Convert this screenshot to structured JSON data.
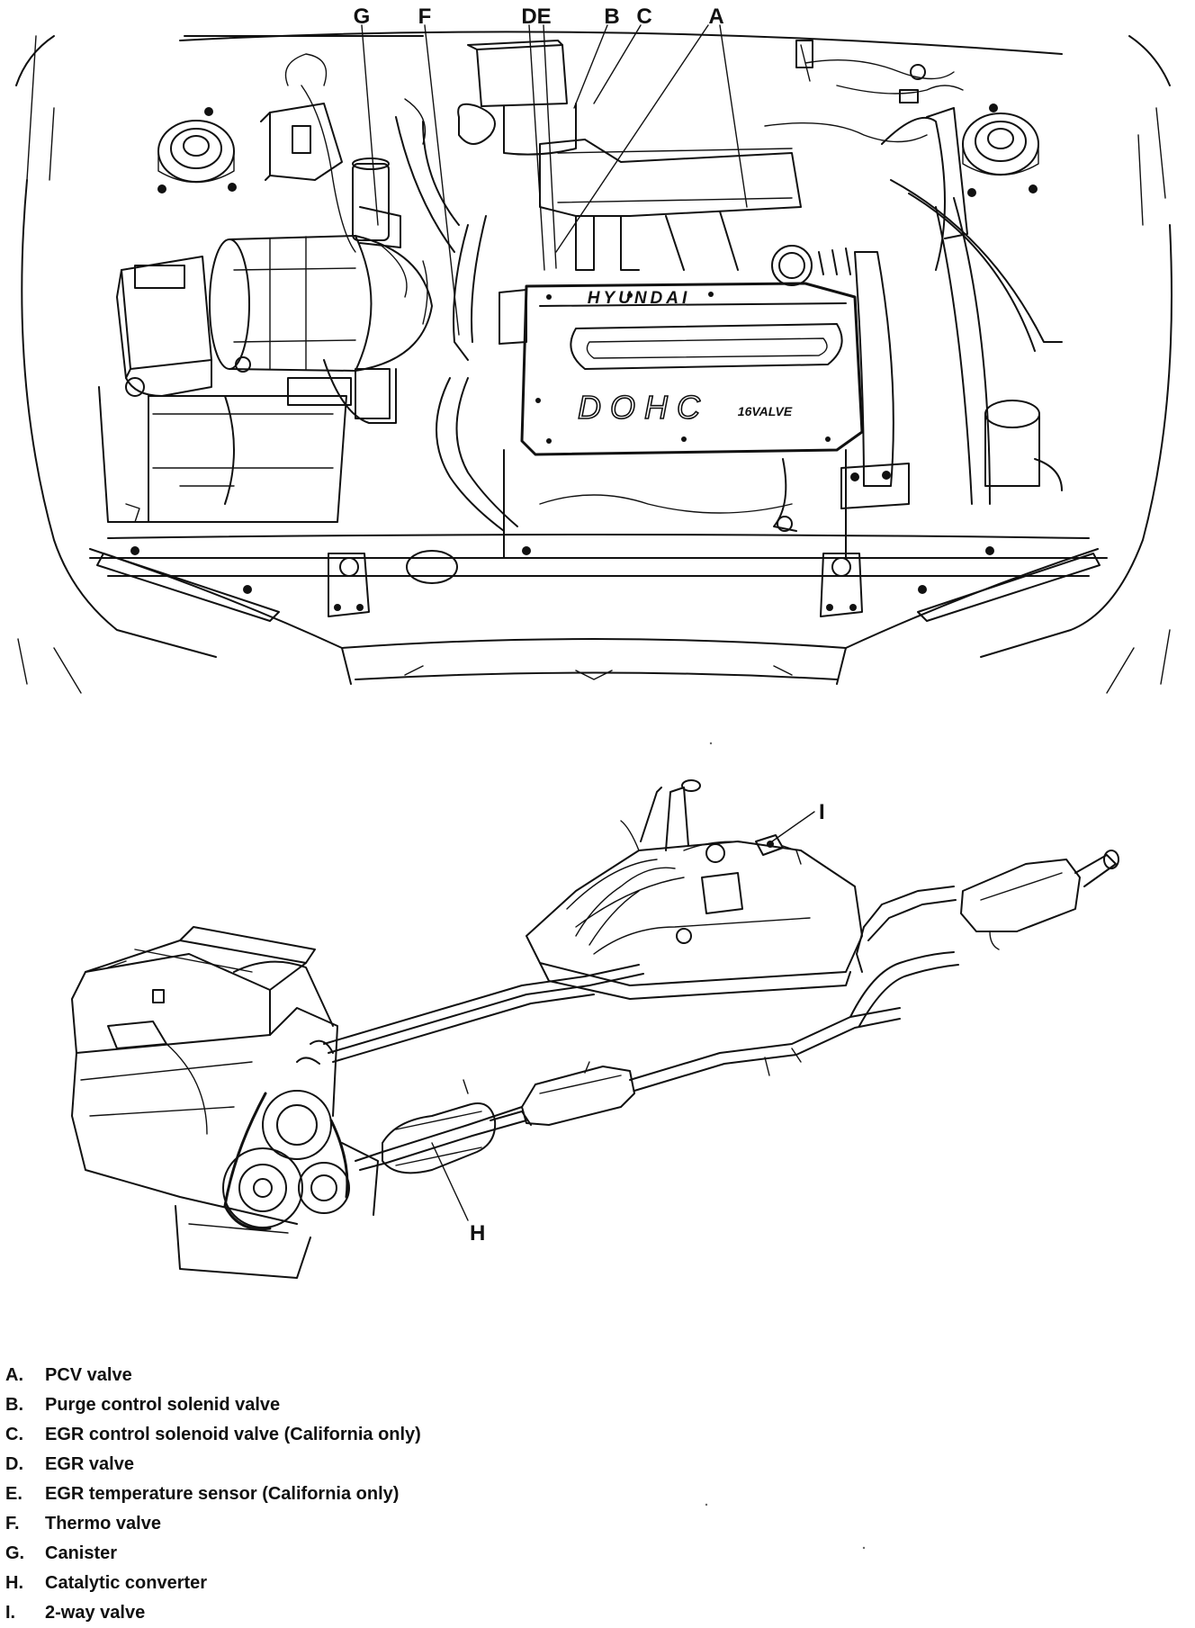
{
  "callouts": {
    "G": "G",
    "F": "F",
    "DE": "DE",
    "B": "B",
    "C": "C",
    "A": "A",
    "I": "I",
    "H": "H"
  },
  "engine_cover": {
    "brand": "HYUNDAI",
    "model": "DOHC",
    "valves": "16VALVE"
  },
  "legend": [
    {
      "key": "A.",
      "text": "PCV valve"
    },
    {
      "key": "B.",
      "text": "Purge control solenid valve"
    },
    {
      "key": "C.",
      "text": "EGR control solenoid valve (California only)"
    },
    {
      "key": "D.",
      "text": "EGR valve"
    },
    {
      "key": "E.",
      "text": "EGR temperature sensor (California only)"
    },
    {
      "key": "F.",
      "text": "Thermo valve"
    },
    {
      "key": "G.",
      "text": "Canister"
    },
    {
      "key": "H.",
      "text": "Catalytic converter"
    },
    {
      "key": "I.",
      "text": "2-way valve"
    }
  ]
}
